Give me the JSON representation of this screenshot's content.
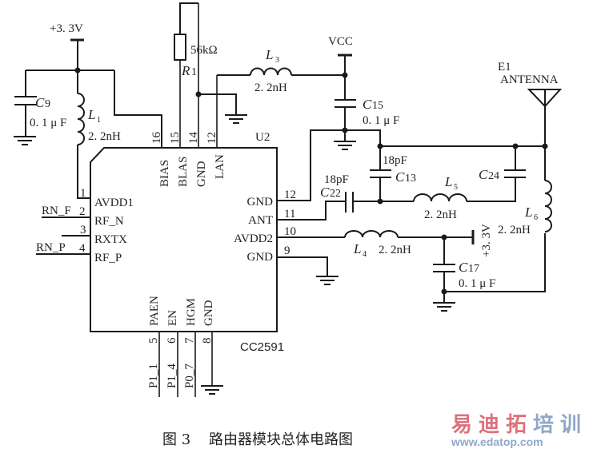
{
  "chip": {
    "ref": "U2",
    "part": "CC2591",
    "left_pins": [
      {
        "num": "1",
        "name": "AVDD1"
      },
      {
        "num": "2",
        "name": "RF_N",
        "net": "RN_F"
      },
      {
        "num": "3",
        "name": "RXTX"
      },
      {
        "num": "4",
        "name": "RF_P",
        "net": "RN_P"
      }
    ],
    "top_pins": [
      {
        "num": "16",
        "name": "BIAS"
      },
      {
        "num": "15",
        "name": "BLAS"
      },
      {
        "num": "14",
        "name": "GND"
      },
      {
        "num": "12",
        "name": "LAN"
      }
    ],
    "right_pins": [
      {
        "num": "12",
        "name": "GND"
      },
      {
        "num": "11",
        "name": "ANT"
      },
      {
        "num": "10",
        "name": "AVDD2"
      },
      {
        "num": "9",
        "name": "GND"
      }
    ],
    "bottom_pins": [
      {
        "num": "5",
        "name": "PAEN",
        "net": "P1_1"
      },
      {
        "num": "6",
        "name": "EN",
        "net": "P1_4"
      },
      {
        "num": "7",
        "name": "HGM",
        "net": "P0_7"
      },
      {
        "num": "8",
        "name": "GND"
      }
    ]
  },
  "power": {
    "v33_top": "+3. 3V",
    "vcc": "VCC",
    "v33_right": "+3. 3V"
  },
  "components": {
    "R1": {
      "ref": "R",
      "sub": "1",
      "value": "56kΩ"
    },
    "C9": {
      "ref": "C",
      "sub": "9",
      "value": "0. 1 μ F"
    },
    "L1": {
      "ref": "L",
      "sub": "1",
      "value": "2. 2nH"
    },
    "L3": {
      "ref": "L",
      "sub": "3",
      "value": "2. 2nH"
    },
    "C15": {
      "ref": "C",
      "sub": "15",
      "value": "0. 1 μ F"
    },
    "C13": {
      "ref": "C",
      "sub": "13",
      "value": "18pF"
    },
    "C22": {
      "ref": "C",
      "sub": "22",
      "value": "18pF"
    },
    "L5": {
      "ref": "L",
      "sub": "5",
      "value": "2. 2nH"
    },
    "C24": {
      "ref": "C",
      "sub": "24"
    },
    "L6": {
      "ref": "L",
      "sub": "6",
      "value": "2. 2nH"
    },
    "L4": {
      "ref": "L",
      "sub": "4",
      "value": "2. 2nH"
    },
    "C17": {
      "ref": "C",
      "sub": "17",
      "value": "0. 1 μ F"
    }
  },
  "antenna": {
    "ref": "E1",
    "label": "ANTENNA"
  },
  "caption": "图 3    路由器模块总体电路图",
  "watermark": {
    "chars": [
      "易",
      "迪",
      "拓",
      "培",
      "训"
    ],
    "colors": [
      "#e0707a",
      "#e0707a",
      "#e0707a",
      "#8fa8c8",
      "#8fa8c8"
    ],
    "url": "www.edatop.com"
  }
}
